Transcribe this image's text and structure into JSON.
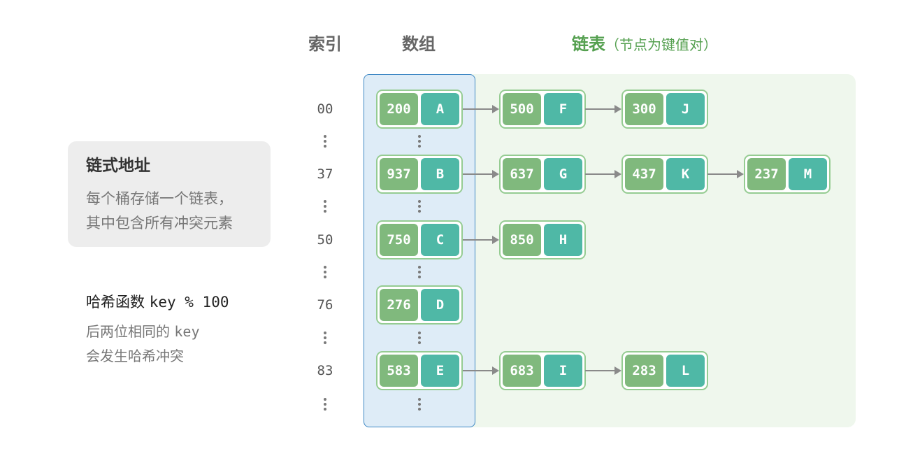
{
  "headers": {
    "index": "索引",
    "array": "数组",
    "list": "链表",
    "list_note": "（节点为键值对）"
  },
  "info_box": {
    "title": "链式地址",
    "lines": [
      "每个桶存储一个链表，",
      "其中包含所有冲突元素"
    ]
  },
  "hash_note": {
    "label": "哈希函数",
    "formula": "key % 100",
    "line1_text": "后两位相同的",
    "line1_code": "key",
    "line2": "会发生哈希冲突"
  },
  "rows": [
    {
      "index": "00",
      "bucket": {
        "key": "200",
        "value": "A"
      },
      "chain": [
        {
          "key": "500",
          "value": "F"
        },
        {
          "key": "300",
          "value": "J"
        }
      ]
    },
    {
      "index": "37",
      "bucket": {
        "key": "937",
        "value": "B"
      },
      "chain": [
        {
          "key": "637",
          "value": "G"
        },
        {
          "key": "437",
          "value": "K"
        },
        {
          "key": "237",
          "value": "M"
        }
      ]
    },
    {
      "index": "50",
      "bucket": {
        "key": "750",
        "value": "C"
      },
      "chain": [
        {
          "key": "850",
          "value": "H"
        }
      ]
    },
    {
      "index": "76",
      "bucket": {
        "key": "276",
        "value": "D"
      },
      "chain": []
    },
    {
      "index": "83",
      "bucket": {
        "key": "583",
        "value": "E"
      },
      "chain": [
        {
          "key": "683",
          "value": "I"
        },
        {
          "key": "283",
          "value": "L"
        }
      ]
    }
  ],
  "icons": {
    "gap_marker": "vertical-ellipsis-icon",
    "link": "arrow-right-icon"
  },
  "colors": {
    "key_box": "#80b97d",
    "value_box": "#4fb8a6",
    "node_border": "#95cc92",
    "array_panel": "#deecf7",
    "array_border": "#3d87c4",
    "list_panel": "#eff7ed",
    "arrow": "#8a8a8a",
    "list_header": "#55a050",
    "info_box": "#ededed"
  }
}
